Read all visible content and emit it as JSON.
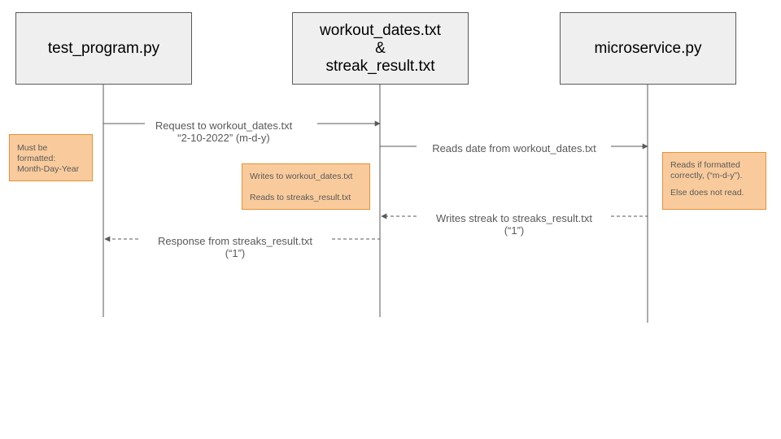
{
  "participants": {
    "test_program": {
      "label": "test_program.py"
    },
    "files": {
      "line1": "workout_dates.txt",
      "line2": "&",
      "line3": "streak_result.txt"
    },
    "microservice": {
      "label": "microservice.py"
    }
  },
  "messages": {
    "request": {
      "line1": "Request to workout_dates.txt",
      "line2": "“2-10-2022” (m-d-y)"
    },
    "reads_date": {
      "line1": "Reads date from workout_dates.txt"
    },
    "writes_streak": {
      "line1": "Writes streak to streaks_result.txt",
      "line2": "(“1”)"
    },
    "response": {
      "line1": "Response from streaks_result.txt",
      "line2": "(“1”)"
    }
  },
  "notes": {
    "format": {
      "line1": "Must be",
      "line2": "formatted:",
      "line3": "Month-Day-Year"
    },
    "files": {
      "line1": "Writes to workout_dates.txt",
      "line2": "Reads to streaks_result.txt"
    },
    "micro": {
      "line1": "Reads if formatted",
      "line2": "correctly, (“m-d-y”).",
      "line3": "Else does not read."
    }
  },
  "colors": {
    "actor_fill": "#efefef",
    "note_fill": "#f9cb9c",
    "note_border": "#e69138",
    "line": "#595959"
  }
}
